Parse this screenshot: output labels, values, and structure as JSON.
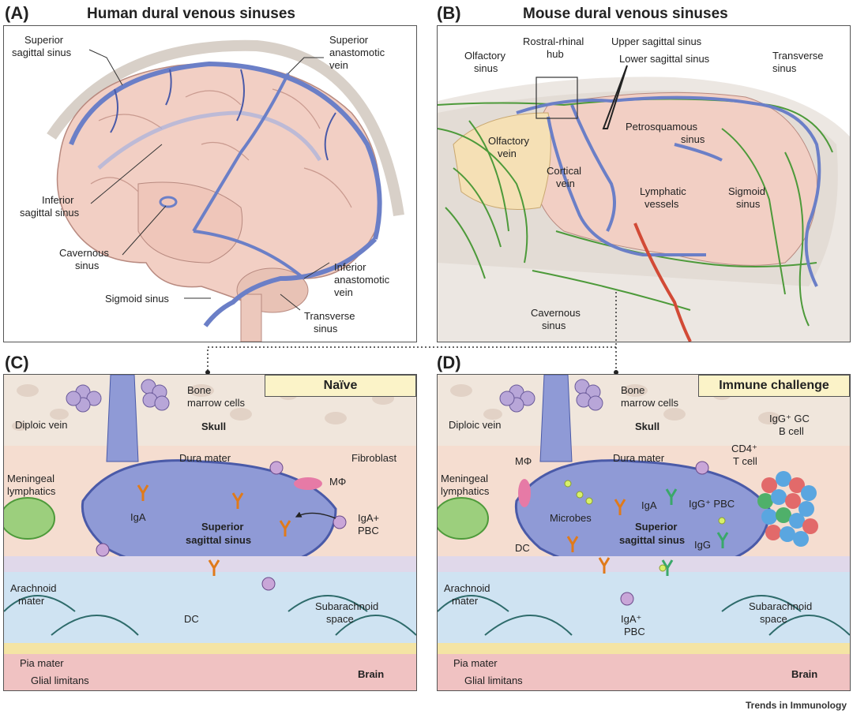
{
  "panels": {
    "a": {
      "label": "(A)",
      "title": "Human dural venous sinuses",
      "labels": {
        "superior_sagittal": [
          "Superior",
          "sagittal sinus"
        ],
        "superior_anastomotic": [
          "Superior",
          "anastomotic",
          "vein"
        ],
        "inferior_sagittal": [
          "Inferior",
          "sagittal sinus"
        ],
        "cavernous": [
          "Cavernous",
          "sinus"
        ],
        "sigmoid": "Sigmoid sinus",
        "inferior_anastomotic": [
          "Inferior",
          "anastomotic",
          "vein"
        ],
        "transverse": [
          "Transverse",
          "sinus"
        ]
      }
    },
    "b": {
      "label": "(B)",
      "title": "Mouse dural venous sinuses",
      "labels": {
        "olfactory_sinus": [
          "Olfactory",
          "sinus"
        ],
        "rostral_rhinal": [
          "Rostral-rhinal",
          "hub"
        ],
        "upper_sagittal": "Upper sagittal sinus",
        "lower_sagittal": "Lower sagittal sinus",
        "transverse": [
          "Transverse",
          "sinus"
        ],
        "olfactory_vein": [
          "Olfactory",
          "vein"
        ],
        "petrosquamous": [
          "Petrosquamous",
          "sinus"
        ],
        "cortical_vein": [
          "Cortical",
          "vein"
        ],
        "lymphatic": [
          "Lymphatic",
          "vessels"
        ],
        "sigmoid": [
          "Sigmoid",
          "sinus"
        ],
        "cavernous": [
          "Cavernous",
          "sinus"
        ]
      }
    },
    "c": {
      "label": "(C)",
      "state": "Naïve",
      "labels": {
        "bone_marrow": [
          "Bone",
          "marrow cells"
        ],
        "diploic": "Diploic vein",
        "skull": "Skull",
        "dura": "Dura mater",
        "fibroblast": "Fibroblast",
        "meningeal": [
          "Meningeal",
          "lymphatics"
        ],
        "mphi": "MΦ",
        "iga": "IgA",
        "superior_sagittal": [
          "Superior",
          "sagittal sinus"
        ],
        "iga_pbc": [
          "IgA+",
          "PBC"
        ],
        "arachnoid": [
          "Arachnoid",
          "mater"
        ],
        "dc": "DC",
        "subarachnoid": [
          "Subarachnoid",
          "space"
        ],
        "pia": "Pia mater",
        "glial": "Glial limitans",
        "brain": "Brain"
      }
    },
    "d": {
      "label": "(D)",
      "state": "Immune challenge",
      "labels": {
        "bone_marrow": [
          "Bone",
          "marrow cells"
        ],
        "diploic": "Diploic vein",
        "skull": "Skull",
        "dura": "Dura mater",
        "mphi": "MΦ",
        "igg_gc": [
          "IgG⁺ GC",
          "B cell"
        ],
        "cd4": [
          "CD4⁺",
          "T cell"
        ],
        "meningeal": [
          "Meningeal",
          "lymphatics"
        ],
        "iga": "IgA",
        "igg_pbc": "IgG⁺ PBC",
        "microbes": "Microbes",
        "superior_sagittal": [
          "Superior",
          "sagittal sinus"
        ],
        "dc": "DC",
        "igg": "IgG",
        "arachnoid": [
          "Arachnoid",
          "mater"
        ],
        "iga_pbc": [
          "IgA⁺",
          "PBC"
        ],
        "subarachnoid": [
          "Subarachnoid",
          "space"
        ],
        "pia": "Pia mater",
        "glial": "Glial limitans",
        "brain": "Brain"
      }
    }
  },
  "footer": "Trends in Immunology",
  "colors": {
    "vein": "#6b7fc7",
    "lymph": "#4d9a3a",
    "brain": "#f2cfc4",
    "sinus": "#8f9ad6",
    "dura": "#f5ddd0"
  }
}
